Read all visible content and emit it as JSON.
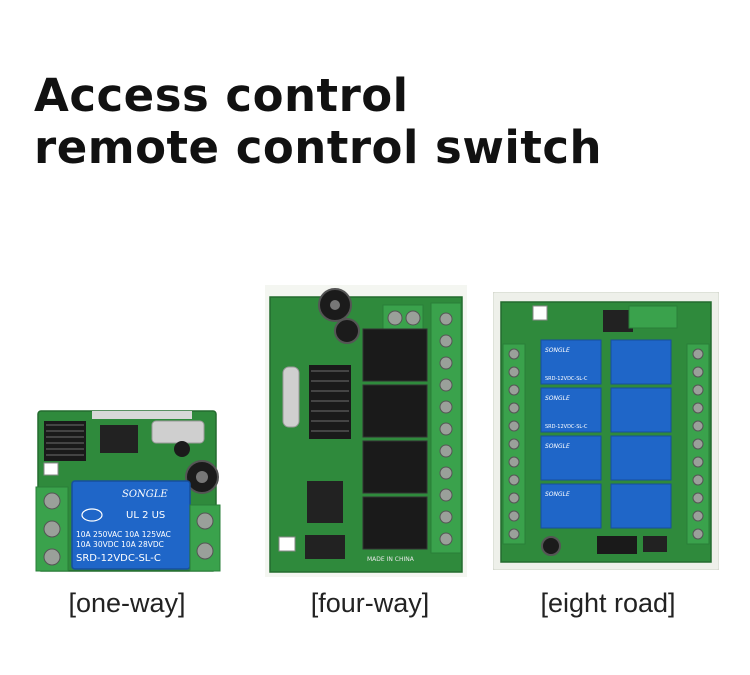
{
  "heading": {
    "line1": "Access control",
    "line2": "remote control switch"
  },
  "boards": [
    {
      "caption": "[one-way]",
      "relay_brand": "SONGLE",
      "relay_rating_1": "10A 250VAC  10A 125VAC",
      "relay_rating_2": "10A 30VDC  10A 28VDC",
      "relay_model": "SRD-12VDC-SL-C",
      "relay_count": 1
    },
    {
      "caption": "[four-way]",
      "relay_count": 4,
      "board_text": "MADE IN CHINA"
    },
    {
      "caption": "[eight road]",
      "relay_count": 8,
      "relay_brand": "SONGLE",
      "relay_model": "SRD-12VDC-SL-C"
    }
  ],
  "colors": {
    "pcb": "#2f8a3c",
    "relay_blue": "#1f66c8",
    "relay_black": "#1a1a1a",
    "terminal_green": "#3aa24c"
  }
}
